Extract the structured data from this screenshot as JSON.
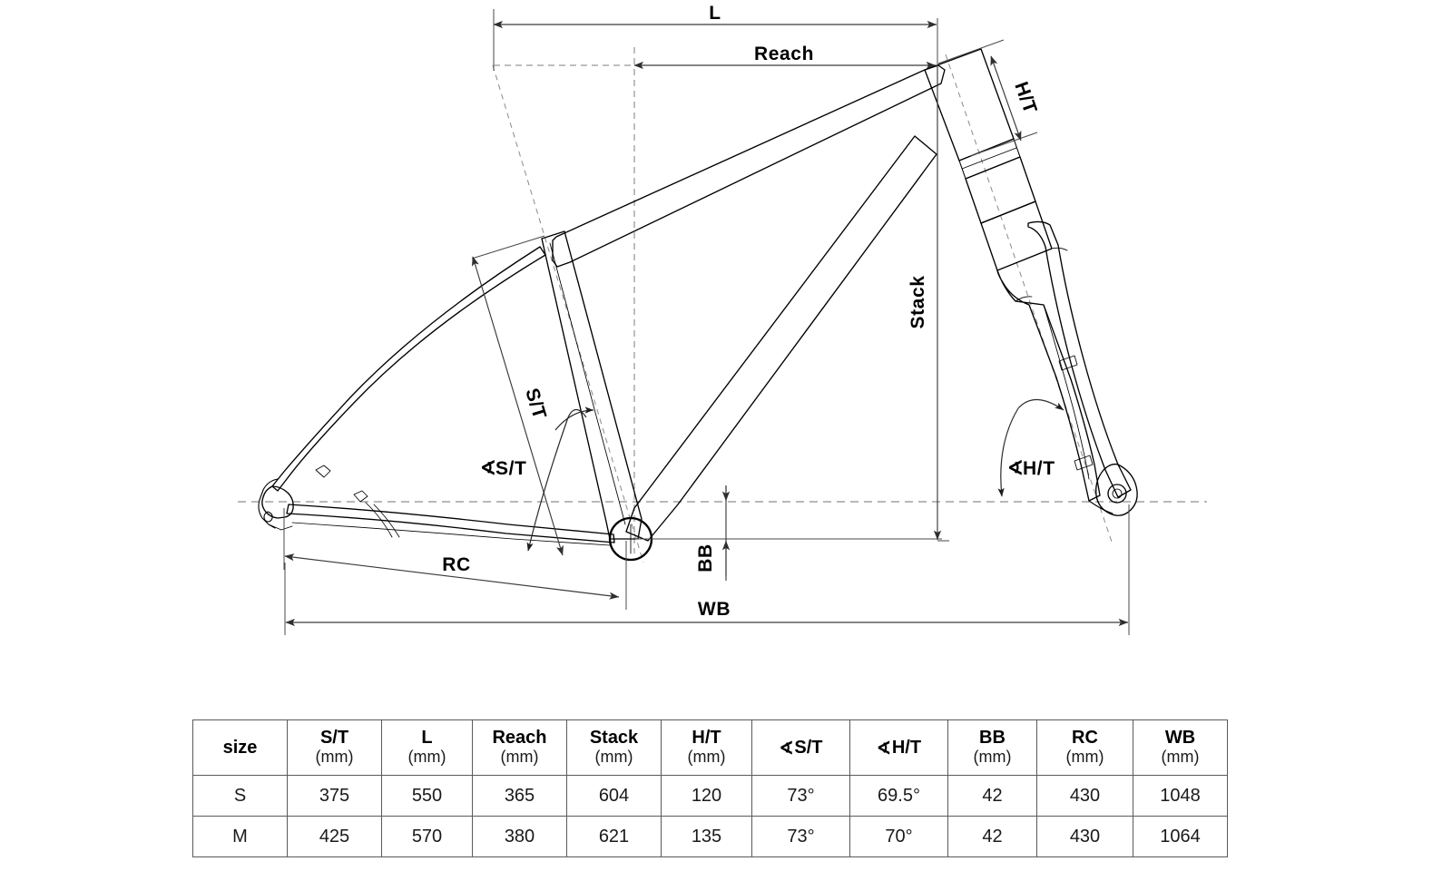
{
  "document": {
    "type": "bicycle-frame-geometry-drawing",
    "title": "Bicycle Frame Geometry"
  },
  "diagram": {
    "labels": {
      "l": "L",
      "reach": "Reach",
      "ht": "H/T",
      "stack": "Stack",
      "st": "S/T",
      "angle_st": "S/T",
      "angle_ht": "H/T",
      "bb": "BB",
      "rc": "RC",
      "wb": "WB",
      "angle_symbol": "∢"
    }
  },
  "table": {
    "columns": [
      {
        "key": "size",
        "label": "size",
        "unit": "",
        "has_angle_symbol": false
      },
      {
        "key": "st",
        "label": "S/T",
        "unit": "(mm)",
        "has_angle_symbol": false
      },
      {
        "key": "l",
        "label": "L",
        "unit": "(mm)",
        "has_angle_symbol": false
      },
      {
        "key": "reach",
        "label": "Reach",
        "unit": "(mm)",
        "has_angle_symbol": false
      },
      {
        "key": "stack",
        "label": "Stack",
        "unit": "(mm)",
        "has_angle_symbol": false
      },
      {
        "key": "ht",
        "label": "H/T",
        "unit": "(mm)",
        "has_angle_symbol": false
      },
      {
        "key": "ang_st",
        "label": "S/T",
        "unit": "",
        "has_angle_symbol": true
      },
      {
        "key": "ang_ht",
        "label": "H/T",
        "unit": "",
        "has_angle_symbol": true
      },
      {
        "key": "bb",
        "label": "BB",
        "unit": "(mm)",
        "has_angle_symbol": false
      },
      {
        "key": "rc",
        "label": "RC",
        "unit": "(mm)",
        "has_angle_symbol": false
      },
      {
        "key": "wb",
        "label": "WB",
        "unit": "(mm)",
        "has_angle_symbol": false
      }
    ],
    "rows": [
      {
        "size": "S",
        "st": "375",
        "l": "550",
        "reach": "365",
        "stack": "604",
        "ht": "120",
        "ang_st": "73°",
        "ang_ht": "69.5°",
        "bb": "42",
        "rc": "430",
        "wb": "1048"
      },
      {
        "size": "M",
        "st": "425",
        "l": "570",
        "reach": "380",
        "stack": "621",
        "ht": "135",
        "ang_st": "73°",
        "ang_ht": "70°",
        "bb": "42",
        "rc": "430",
        "wb": "1064"
      }
    ]
  },
  "colors": {
    "ink": "#000000",
    "dimension": "#3a3a3a",
    "centerline": "#7c7c7c",
    "table_border": "#5a5a5a",
    "background": "#ffffff"
  }
}
